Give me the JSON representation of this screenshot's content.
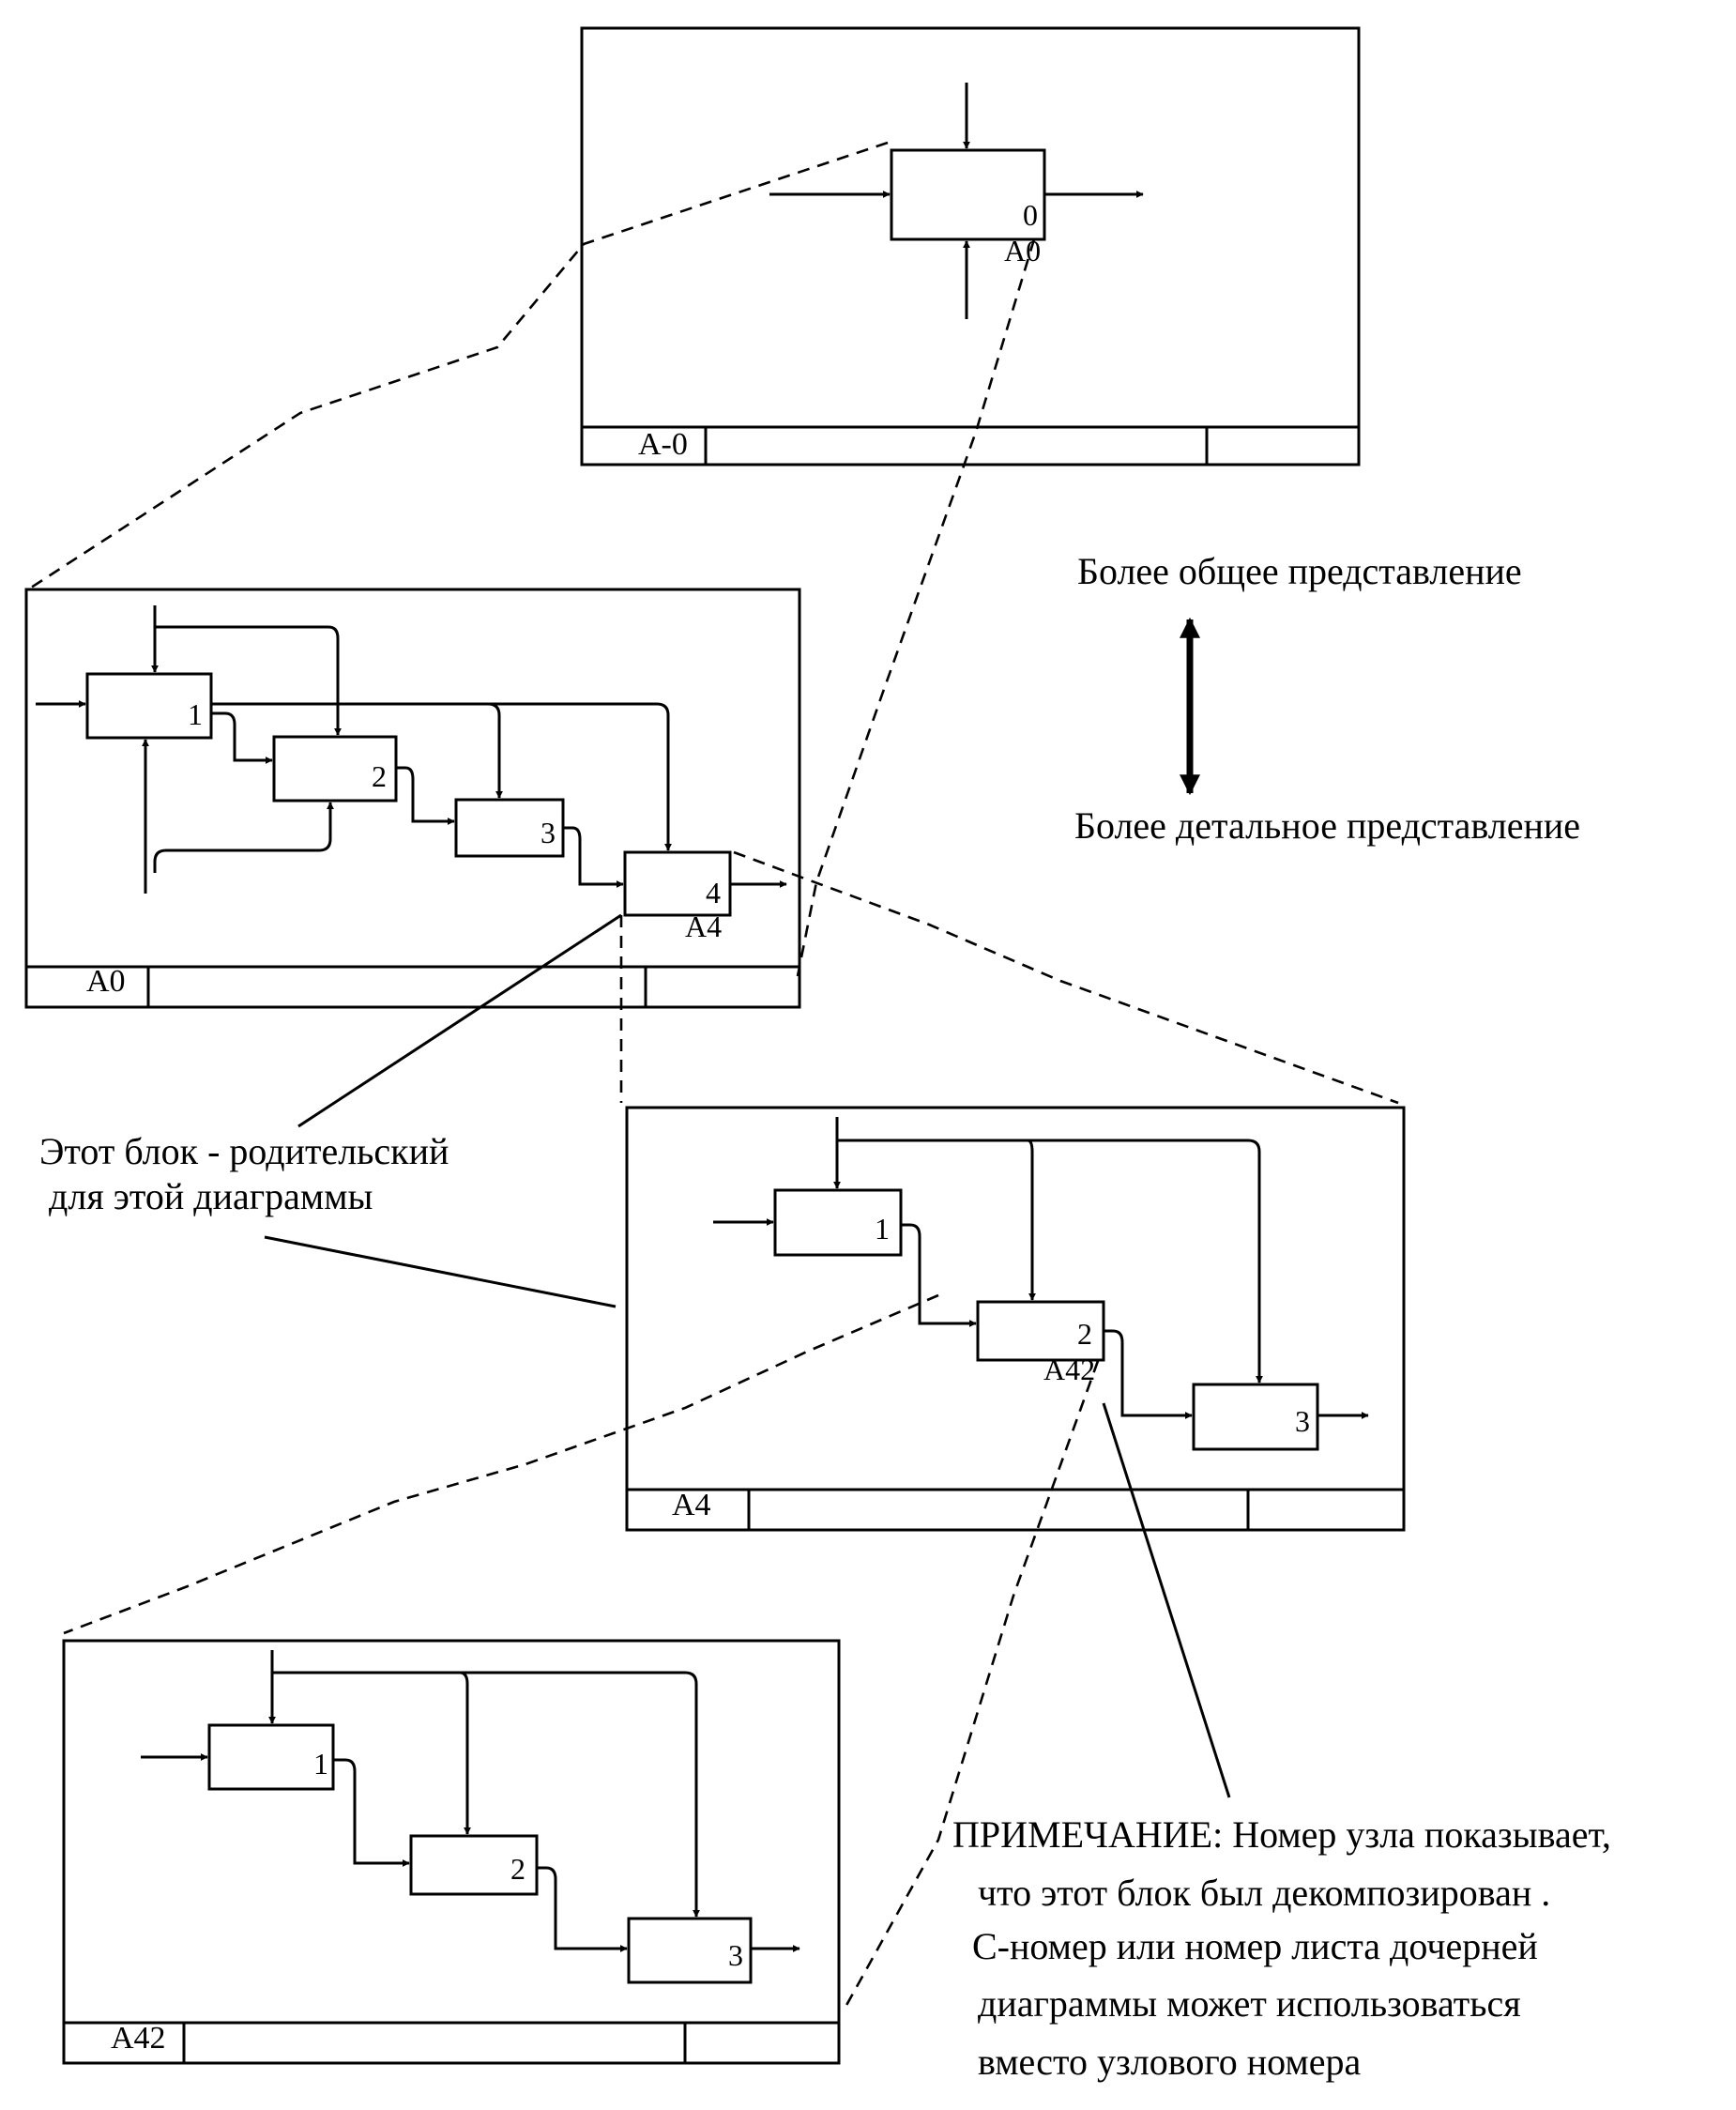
{
  "diagram": {
    "top_diagram": {
      "footer_label": "A-0",
      "box_number": "0",
      "box_ref": "A0"
    },
    "a0_diagram": {
      "footer_label": "A0",
      "boxes": [
        "1",
        "2",
        "3",
        "4"
      ],
      "box4_ref": "A4"
    },
    "a4_diagram": {
      "footer_label": "A4",
      "boxes": [
        "1",
        "2",
        "3"
      ],
      "box2_ref": "A42"
    },
    "a42_diagram": {
      "footer_label": "A42",
      "boxes": [
        "1",
        "2",
        "3"
      ]
    },
    "legend": {
      "general": "Более общее представление",
      "detailed": "Более детальное представление"
    },
    "parent_note": {
      "line1": "Этот блок - родительский",
      "line2": " для этой диаграммы"
    },
    "node_note": {
      "line1": "ПРИМЕЧАНИЕ: Номер узла показывает,",
      "line2": "что этот блок был декомпозирован .",
      "line3": "С-номер или номер листа дочерней",
      "line4": "диаграммы может использоваться",
      "line5": "вместо узлового номера"
    }
  }
}
